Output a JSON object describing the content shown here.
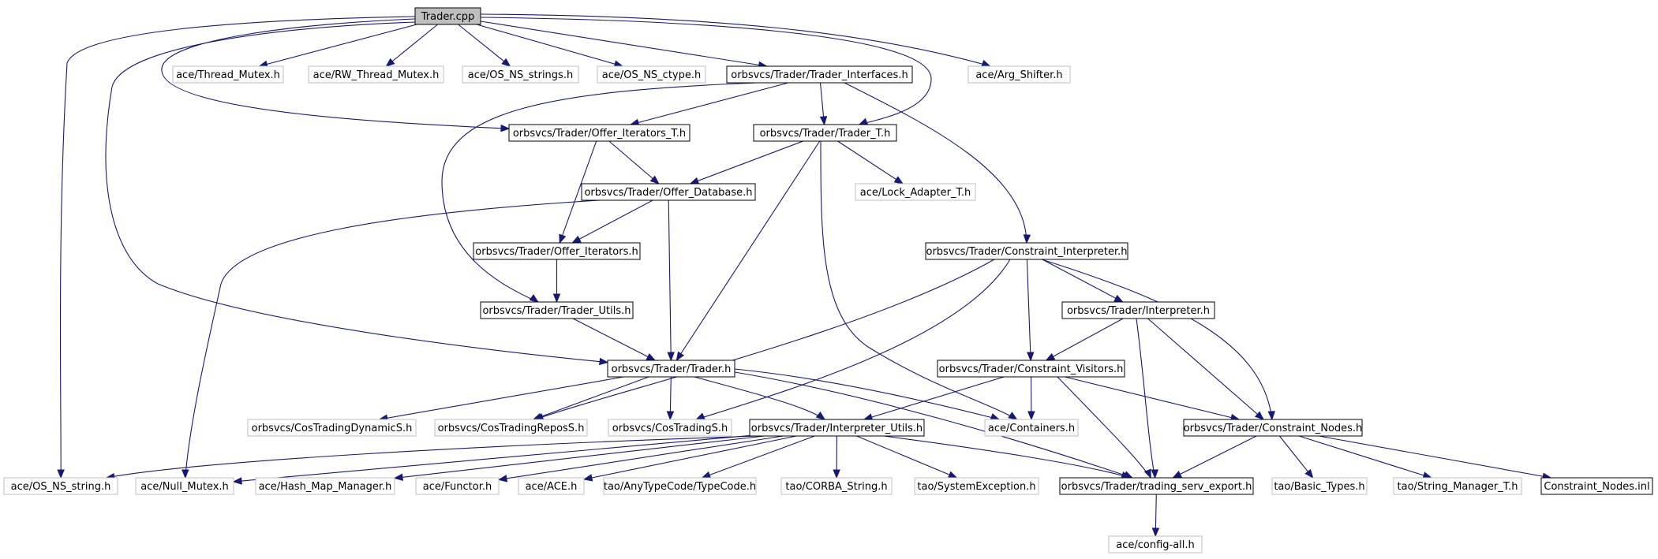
{
  "nodes": [
    {
      "id": "root",
      "label": "Trader.cpp",
      "style": "root"
    },
    {
      "id": "thread_mutex",
      "label": "ace/Thread_Mutex.h",
      "style": "ext"
    },
    {
      "id": "rw_thread_mutex",
      "label": "ace/RW_Thread_Mutex.h",
      "style": "ext"
    },
    {
      "id": "os_ns_strings",
      "label": "ace/OS_NS_strings.h",
      "style": "ext"
    },
    {
      "id": "os_ns_ctype",
      "label": "ace/OS_NS_ctype.h",
      "style": "ext"
    },
    {
      "id": "trader_interfaces",
      "label": "orbsvcs/Trader/Trader_Interfaces.h",
      "style": "normal"
    },
    {
      "id": "arg_shifter",
      "label": "ace/Arg_Shifter.h",
      "style": "ext"
    },
    {
      "id": "offer_iterators_t",
      "label": "orbsvcs/Trader/Offer_Iterators_T.h",
      "style": "normal"
    },
    {
      "id": "trader_t",
      "label": "orbsvcs/Trader/Trader_T.h",
      "style": "normal"
    },
    {
      "id": "offer_database",
      "label": "orbsvcs/Trader/Offer_Database.h",
      "style": "normal"
    },
    {
      "id": "lock_adapter_t",
      "label": "ace/Lock_Adapter_T.h",
      "style": "ext"
    },
    {
      "id": "offer_iterators",
      "label": "orbsvcs/Trader/Offer_Iterators.h",
      "style": "normal"
    },
    {
      "id": "constraint_interpreter",
      "label": "orbsvcs/Trader/Constraint_Interpreter.h",
      "style": "normal"
    },
    {
      "id": "trader_utils",
      "label": "orbsvcs/Trader/Trader_Utils.h",
      "style": "normal"
    },
    {
      "id": "interpreter",
      "label": "orbsvcs/Trader/Interpreter.h",
      "style": "normal"
    },
    {
      "id": "trader_h",
      "label": "orbsvcs/Trader/Trader.h",
      "style": "normal"
    },
    {
      "id": "constraint_visitors",
      "label": "orbsvcs/Trader/Constraint_Visitors.h",
      "style": "normal"
    },
    {
      "id": "cos_dynamic",
      "label": "orbsvcs/CosTradingDynamicS.h",
      "style": "ext"
    },
    {
      "id": "cos_repos",
      "label": "orbsvcs/CosTradingReposS.h",
      "style": "ext"
    },
    {
      "id": "cos_trading",
      "label": "orbsvcs/CosTradingS.h",
      "style": "ext"
    },
    {
      "id": "interpreter_utils",
      "label": "orbsvcs/Trader/Interpreter_Utils.h",
      "style": "normal"
    },
    {
      "id": "containers",
      "label": "ace/Containers.h",
      "style": "ext"
    },
    {
      "id": "constraint_nodes",
      "label": "orbsvcs/Trader/Constraint_Nodes.h",
      "style": "normal"
    },
    {
      "id": "os_ns_string",
      "label": "ace/OS_NS_string.h",
      "style": "ext"
    },
    {
      "id": "null_mutex",
      "label": "ace/Null_Mutex.h",
      "style": "ext"
    },
    {
      "id": "hash_map_manager",
      "label": "ace/Hash_Map_Manager.h",
      "style": "ext"
    },
    {
      "id": "functor",
      "label": "ace/Functor.h",
      "style": "ext"
    },
    {
      "id": "ace_h",
      "label": "ace/ACE.h",
      "style": "ext"
    },
    {
      "id": "typecode",
      "label": "tao/AnyTypeCode/TypeCode.h",
      "style": "ext"
    },
    {
      "id": "corba_string",
      "label": "tao/CORBA_String.h",
      "style": "ext"
    },
    {
      "id": "system_exception",
      "label": "tao/SystemException.h",
      "style": "ext"
    },
    {
      "id": "trading_serv_export",
      "label": "orbsvcs/Trader/trading_serv_export.h",
      "style": "normal"
    },
    {
      "id": "basic_types",
      "label": "tao/Basic_Types.h",
      "style": "ext"
    },
    {
      "id": "string_manager_t",
      "label": "tao/String_Manager_T.h",
      "style": "ext"
    },
    {
      "id": "constraint_nodes_inl",
      "label": "Constraint_Nodes.inl",
      "style": "normal"
    },
    {
      "id": "config_all",
      "label": "ace/config-all.h",
      "style": "ext"
    }
  ],
  "edges": [
    [
      "root",
      "thread_mutex"
    ],
    [
      "root",
      "rw_thread_mutex"
    ],
    [
      "root",
      "os_ns_strings"
    ],
    [
      "root",
      "os_ns_ctype"
    ],
    [
      "root",
      "trader_interfaces"
    ],
    [
      "root",
      "arg_shifter"
    ],
    [
      "root",
      "offer_iterators_t"
    ],
    [
      "root",
      "trader_t"
    ],
    [
      "root",
      "trader_h"
    ],
    [
      "root",
      "os_ns_string"
    ],
    [
      "trader_interfaces",
      "offer_iterators_t"
    ],
    [
      "trader_interfaces",
      "trader_t"
    ],
    [
      "trader_interfaces",
      "trader_utils"
    ],
    [
      "trader_interfaces",
      "constraint_interpreter"
    ],
    [
      "offer_iterators_t",
      "offer_database"
    ],
    [
      "offer_iterators_t",
      "offer_iterators"
    ],
    [
      "trader_t",
      "offer_database"
    ],
    [
      "trader_t",
      "lock_adapter_t"
    ],
    [
      "trader_t",
      "trader_h"
    ],
    [
      "trader_t",
      "containers"
    ],
    [
      "offer_database",
      "offer_iterators"
    ],
    [
      "offer_database",
      "trader_h"
    ],
    [
      "offer_database",
      "null_mutex"
    ],
    [
      "offer_iterators",
      "trader_utils"
    ],
    [
      "trader_utils",
      "trader_h"
    ],
    [
      "constraint_interpreter",
      "interpreter"
    ],
    [
      "constraint_interpreter",
      "constraint_visitors"
    ],
    [
      "constraint_interpreter",
      "constraint_nodes"
    ],
    [
      "constraint_interpreter",
      "cos_repos"
    ],
    [
      "constraint_interpreter",
      "cos_trading"
    ],
    [
      "interpreter",
      "constraint_visitors"
    ],
    [
      "interpreter",
      "constraint_nodes"
    ],
    [
      "interpreter",
      "trading_serv_export"
    ],
    [
      "trader_h",
      "cos_dynamic"
    ],
    [
      "trader_h",
      "cos_repos"
    ],
    [
      "trader_h",
      "cos_trading"
    ],
    [
      "trader_h",
      "interpreter_utils"
    ],
    [
      "trader_h",
      "containers"
    ],
    [
      "trader_h",
      "trading_serv_export"
    ],
    [
      "constraint_visitors",
      "interpreter_utils"
    ],
    [
      "constraint_visitors",
      "containers"
    ],
    [
      "constraint_visitors",
      "constraint_nodes"
    ],
    [
      "constraint_visitors",
      "trading_serv_export"
    ],
    [
      "interpreter_utils",
      "os_ns_string"
    ],
    [
      "interpreter_utils",
      "null_mutex"
    ],
    [
      "interpreter_utils",
      "hash_map_manager"
    ],
    [
      "interpreter_utils",
      "functor"
    ],
    [
      "interpreter_utils",
      "ace_h"
    ],
    [
      "interpreter_utils",
      "typecode"
    ],
    [
      "interpreter_utils",
      "corba_string"
    ],
    [
      "interpreter_utils",
      "system_exception"
    ],
    [
      "interpreter_utils",
      "trading_serv_export"
    ],
    [
      "constraint_nodes",
      "trading_serv_export"
    ],
    [
      "constraint_nodes",
      "basic_types"
    ],
    [
      "constraint_nodes",
      "string_manager_t"
    ],
    [
      "constraint_nodes",
      "constraint_nodes_inl"
    ],
    [
      "trading_serv_export",
      "config_all"
    ]
  ]
}
